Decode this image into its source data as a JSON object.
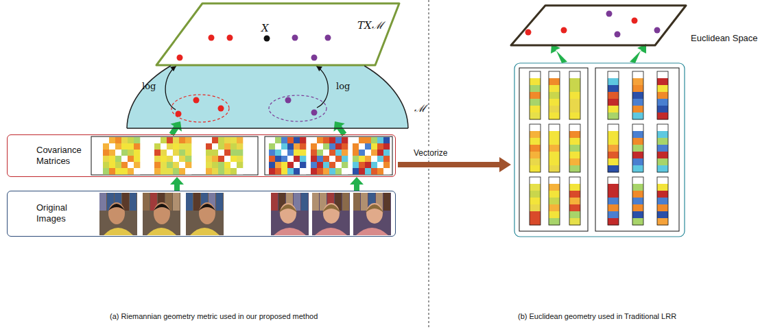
{
  "diagram": {
    "nodes": [
      {
        "text": [
          "TXℳ"
        ]
      },
      {
        "text": [
          "ℳ"
        ]
      },
      {
        "text": [
          "Covariance Matrices"
        ]
      },
      {
        "text": [
          "Original Images"
        ]
      },
      {
        "text": [
          "Euclidean Space"
        ]
      }
    ],
    "edges": [
      {
        "from": 3,
        "to": 2,
        "arrow": "to"
      },
      {
        "from": 3,
        "to": 2,
        "arrow": "to"
      },
      {
        "from": 2,
        "to": 1,
        "arrow": "to"
      },
      {
        "from": 2,
        "to": 1,
        "arrow": "to"
      },
      {
        "from": 1,
        "to": 0,
        "label": "log",
        "arrow": "to"
      },
      {
        "from": 1,
        "to": 0,
        "label": "log",
        "arrow": "to"
      }
    ],
    "labels": [
      "X",
      "Vectorize",
      "(a)  Riemannian geometry metric used in our proposed method",
      "(b) Euclidean geometry used in Traditional LRR"
    ]
  }
}
